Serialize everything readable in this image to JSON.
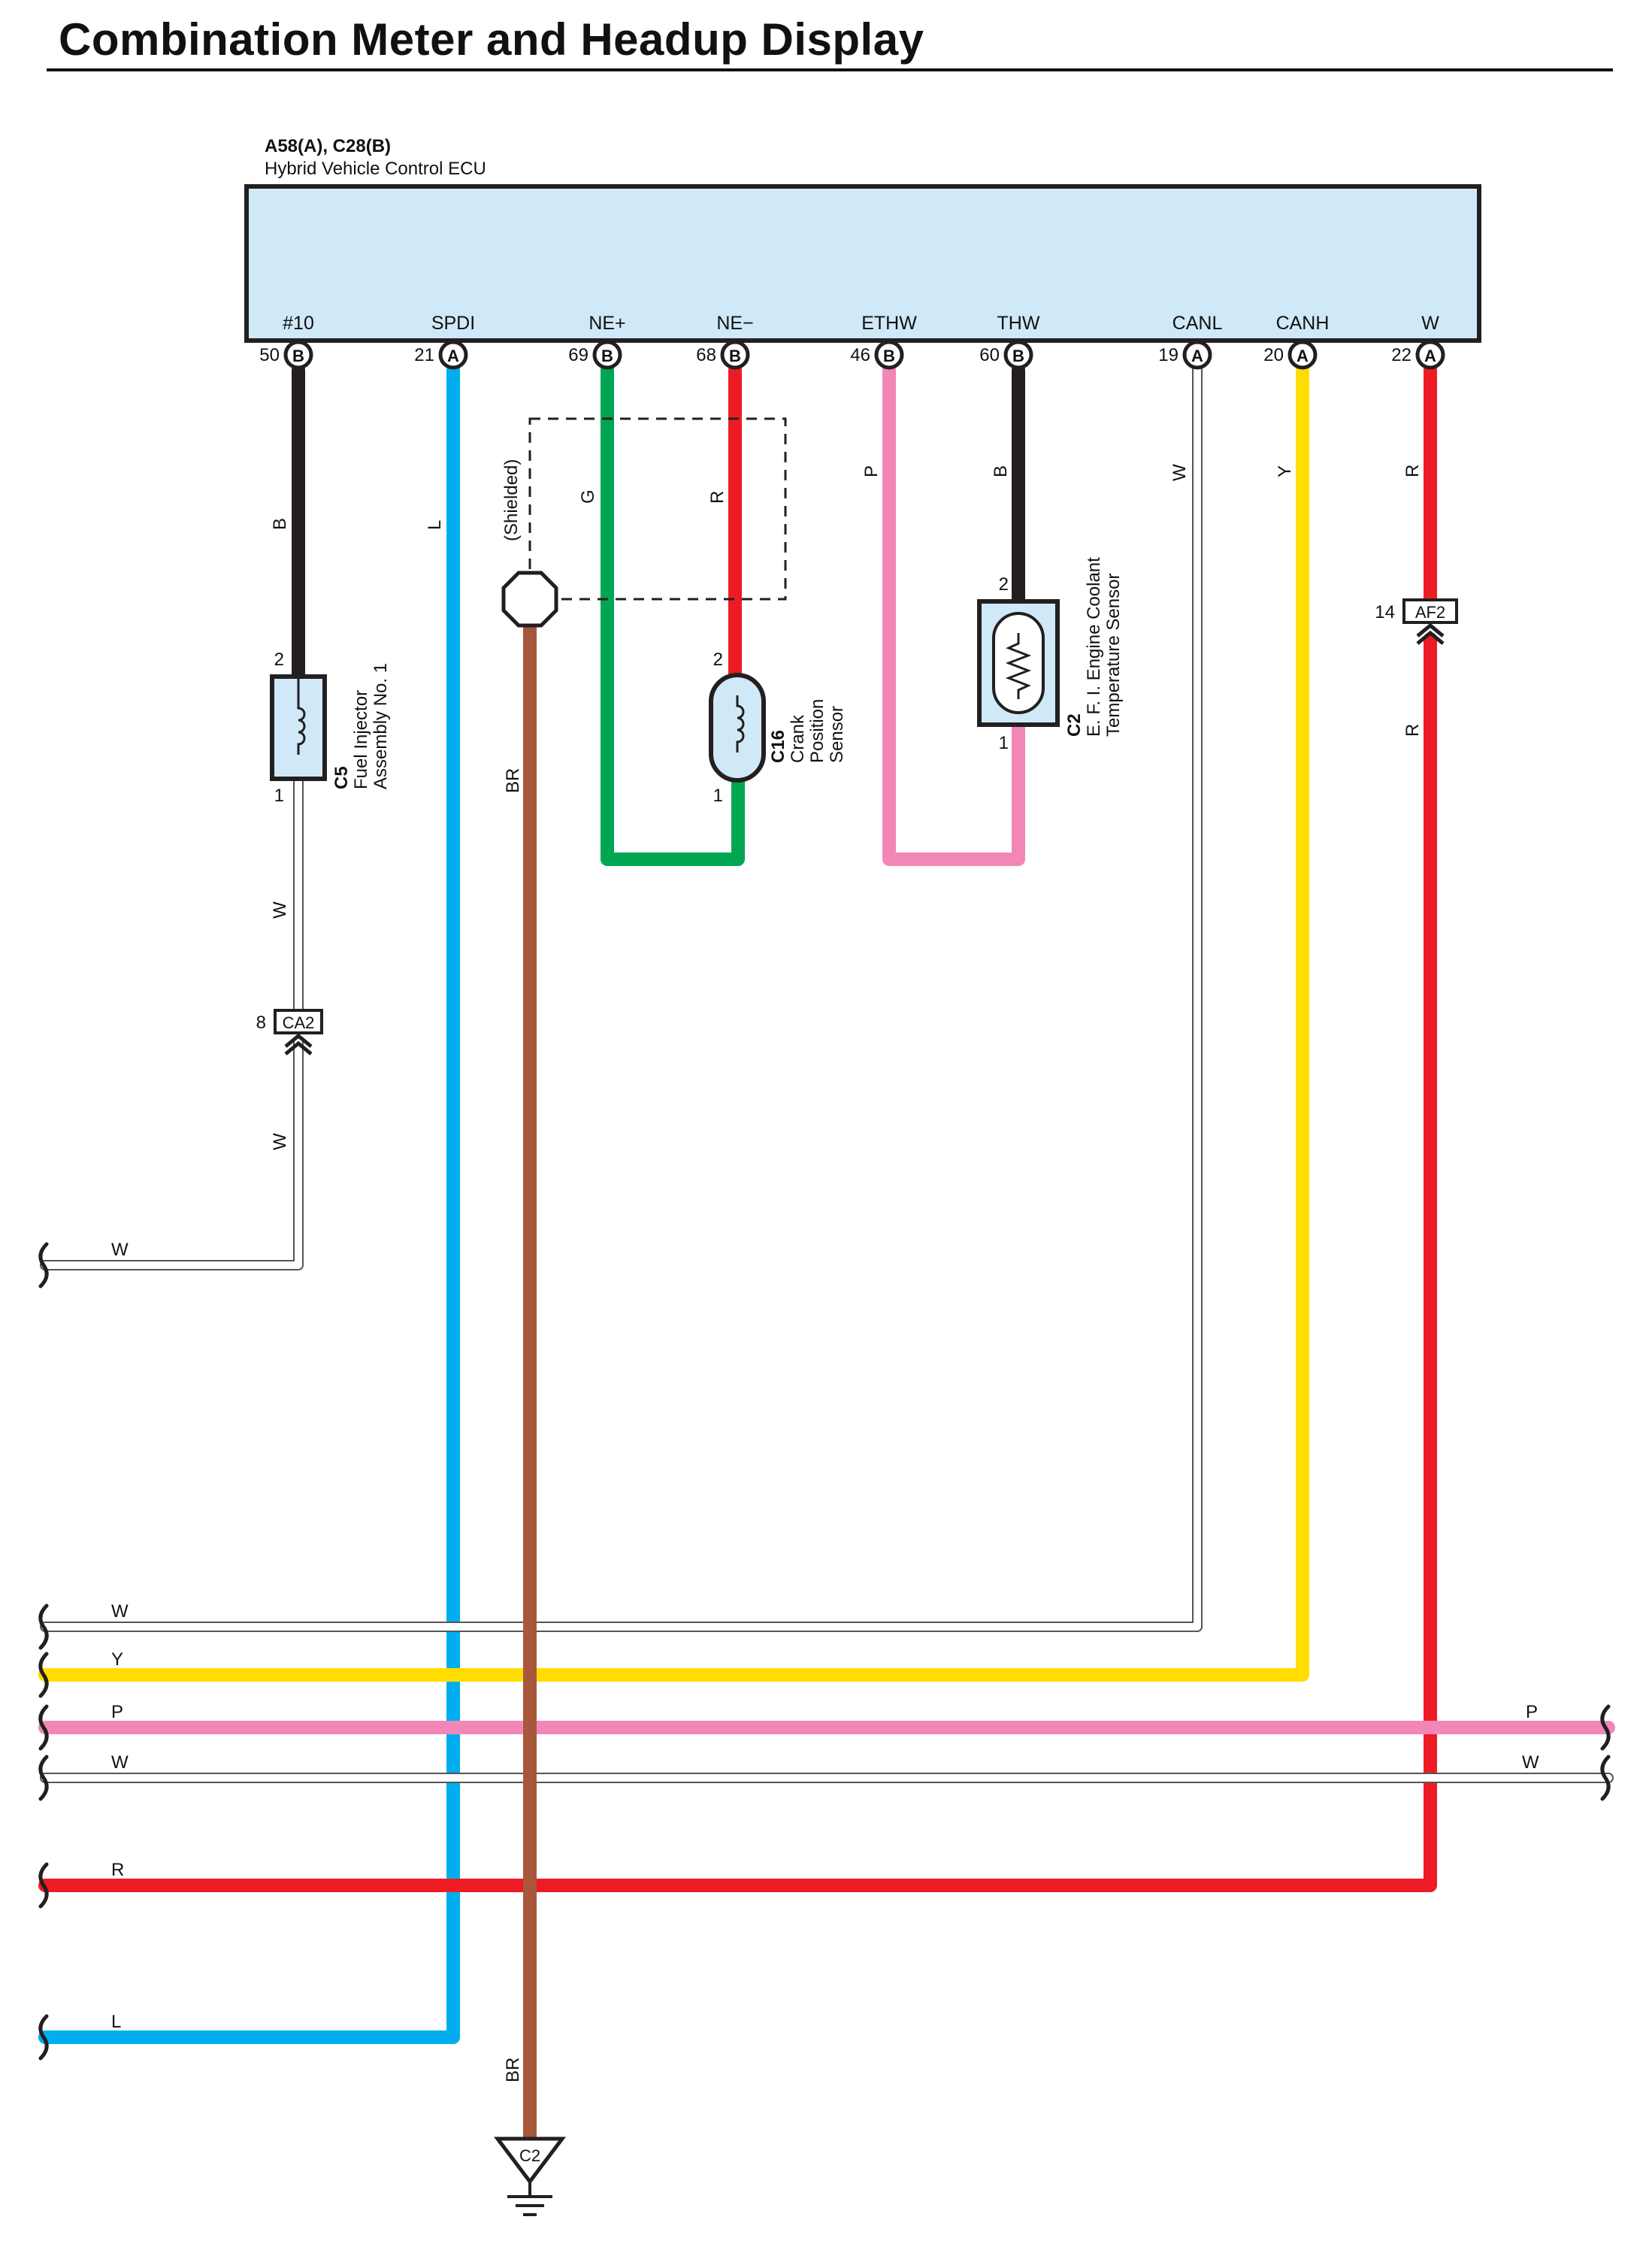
{
  "page_title": "Combination Meter and Headup Display",
  "ecu": {
    "connector_ids": "A58(A), C28(B)",
    "name": "Hybrid Vehicle Control ECU",
    "pins": [
      {
        "label": "#10",
        "pin": "50",
        "connector": "B",
        "wire_color": "B",
        "hex": "#231f20"
      },
      {
        "label": "SPDI",
        "pin": "21",
        "connector": "A",
        "wire_color": "L",
        "hex": "#00aeef"
      },
      {
        "label": "NE+",
        "pin": "69",
        "connector": "B",
        "wire_color": "G",
        "hex": "#00a651"
      },
      {
        "label": "NE−",
        "pin": "68",
        "connector": "B",
        "wire_color": "R",
        "hex": "#ed1c24"
      },
      {
        "label": "ETHW",
        "pin": "46",
        "connector": "B",
        "wire_color": "P",
        "hex": "#f287b7"
      },
      {
        "label": "THW",
        "pin": "60",
        "connector": "B",
        "wire_color": "B",
        "hex": "#231f20"
      },
      {
        "label": "CANL",
        "pin": "19",
        "connector": "A",
        "wire_color": "W",
        "hex": "#ffffff"
      },
      {
        "label": "CANH",
        "pin": "20",
        "connector": "A",
        "wire_color": "Y",
        "hex": "#ffdd00"
      },
      {
        "label": "W",
        "pin": "22",
        "connector": "A",
        "wire_color": "R",
        "hex": "#ed1c24"
      }
    ]
  },
  "shielded_label": "(Shielded)",
  "components": {
    "fuel_injector": {
      "id": "C5",
      "line1": "Fuel Injector",
      "line2": "Assembly No. 1",
      "pin_top": "2",
      "pin_bottom": "1"
    },
    "crank_sensor": {
      "id": "C16",
      "line1": "Crank",
      "line2": "Position",
      "line3": "Sensor",
      "pin_top": "2",
      "pin_bottom": "1"
    },
    "coolant_sensor": {
      "id": "C2",
      "line1": "E. F. I. Engine Coolant",
      "line2": "Temperature Sensor",
      "pin_top": "2",
      "pin_bottom": "1"
    }
  },
  "inline_connectors": [
    {
      "id": "CA2",
      "pin": "8"
    },
    {
      "id": "AF2",
      "pin": "14"
    }
  ],
  "ground": {
    "id": "C2"
  },
  "wire_labels": {
    "black": "B",
    "blue": "L",
    "green": "G",
    "red": "R",
    "pink": "P",
    "white": "W",
    "yellow": "Y",
    "brown": "BR"
  },
  "colors": {
    "ecu_fill": "#cfe9f8",
    "component_fill": "#cfe9f8",
    "black": "#231f20",
    "blue": "#00aeef",
    "green": "#00a651",
    "red": "#ed1c24",
    "pink": "#f287b7",
    "yellow": "#ffdd00",
    "brown": "#a9573a",
    "white_outline": "#555555"
  }
}
